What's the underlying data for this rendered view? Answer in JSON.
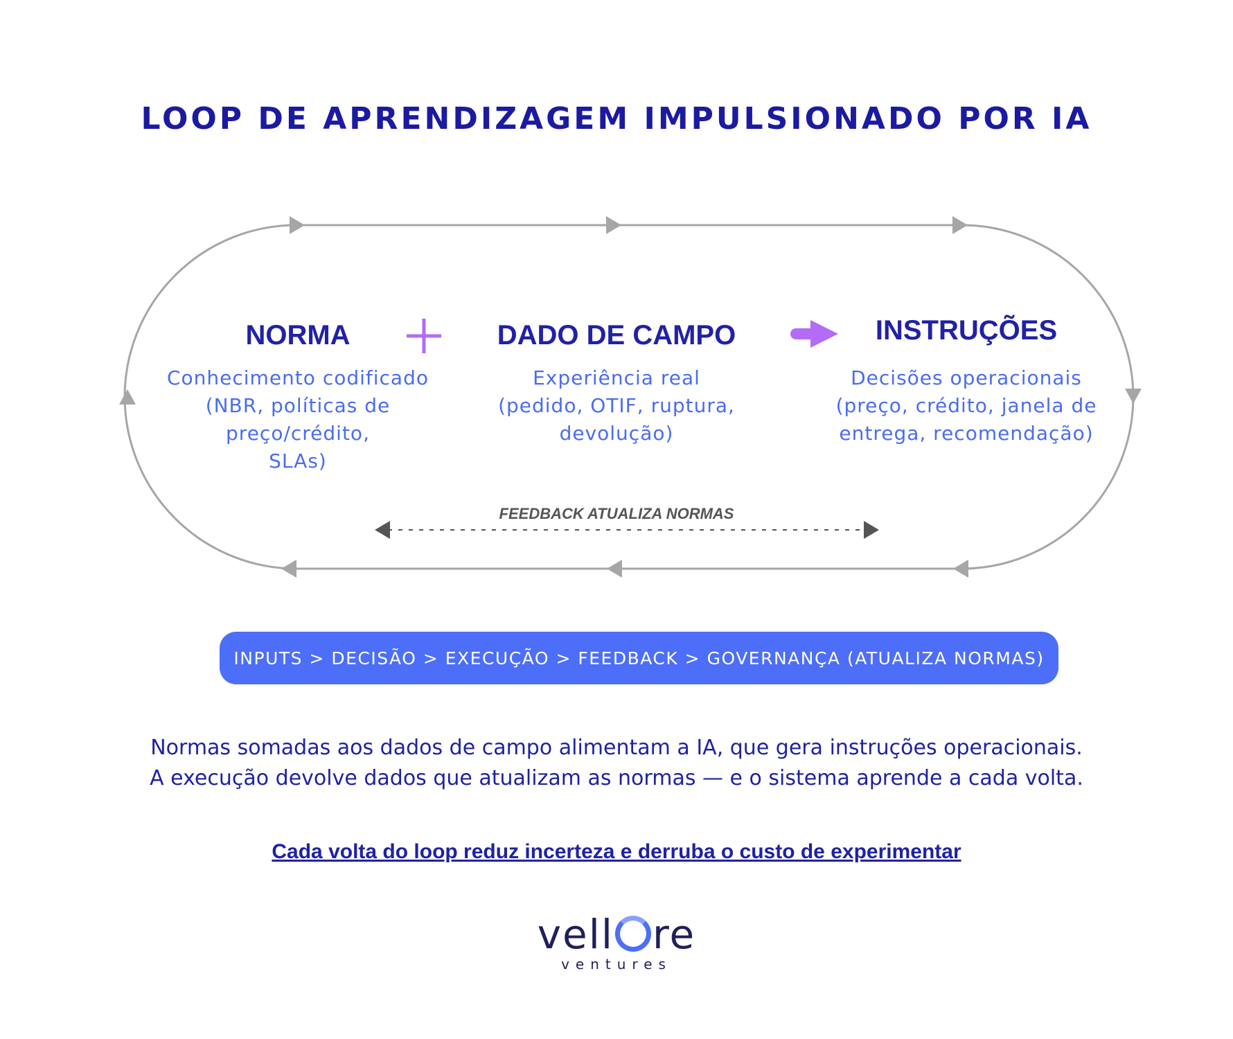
{
  "title": "LOOP DE APRENDIZAGEM IMPULSIONADO POR IA",
  "stages": [
    {
      "heading": "NORMA",
      "lines": [
        "Conhecimento codificado",
        "(NBR, políticas de",
        "preço/crédito,",
        "SLAs)"
      ]
    },
    {
      "heading": "DADO DE CAMPO",
      "lines": [
        "Experiência real",
        "(pedido, OTIF, ruptura,",
        "devolução)"
      ]
    },
    {
      "heading": "INSTRUÇÕES",
      "lines": [
        "Decisões operacionais",
        "(preço, crédito, janela de",
        "entrega, recomendação)"
      ]
    }
  ],
  "feedback_label": "FEEDBACK ATUALIZA NORMAS",
  "pipeline": "INPUTS > DECISÃO > EXECUÇÃO > FEEDBACK > GOVERNANÇA (ATUALIZA NORMAS)",
  "summary": [
    "Normas somadas aos dados de campo alimentam a IA, que gera instruções operacionais.",
    "A execução devolve dados que atualizam as normas — e o sistema aprende a cada volta."
  ],
  "cta": "Cada volta do loop reduz incerteza e derruba o custo de experimentar",
  "logo": {
    "left": "vell",
    "right": "re",
    "sub": "ventures"
  },
  "icons": {
    "plus": "plus-icon",
    "arrow": "arrow-right-icon"
  },
  "colors": {
    "title": "#1b1aa0",
    "accent": "#4c6ef8",
    "purple": "#b36cf5",
    "loop": "#a6a6a6"
  }
}
